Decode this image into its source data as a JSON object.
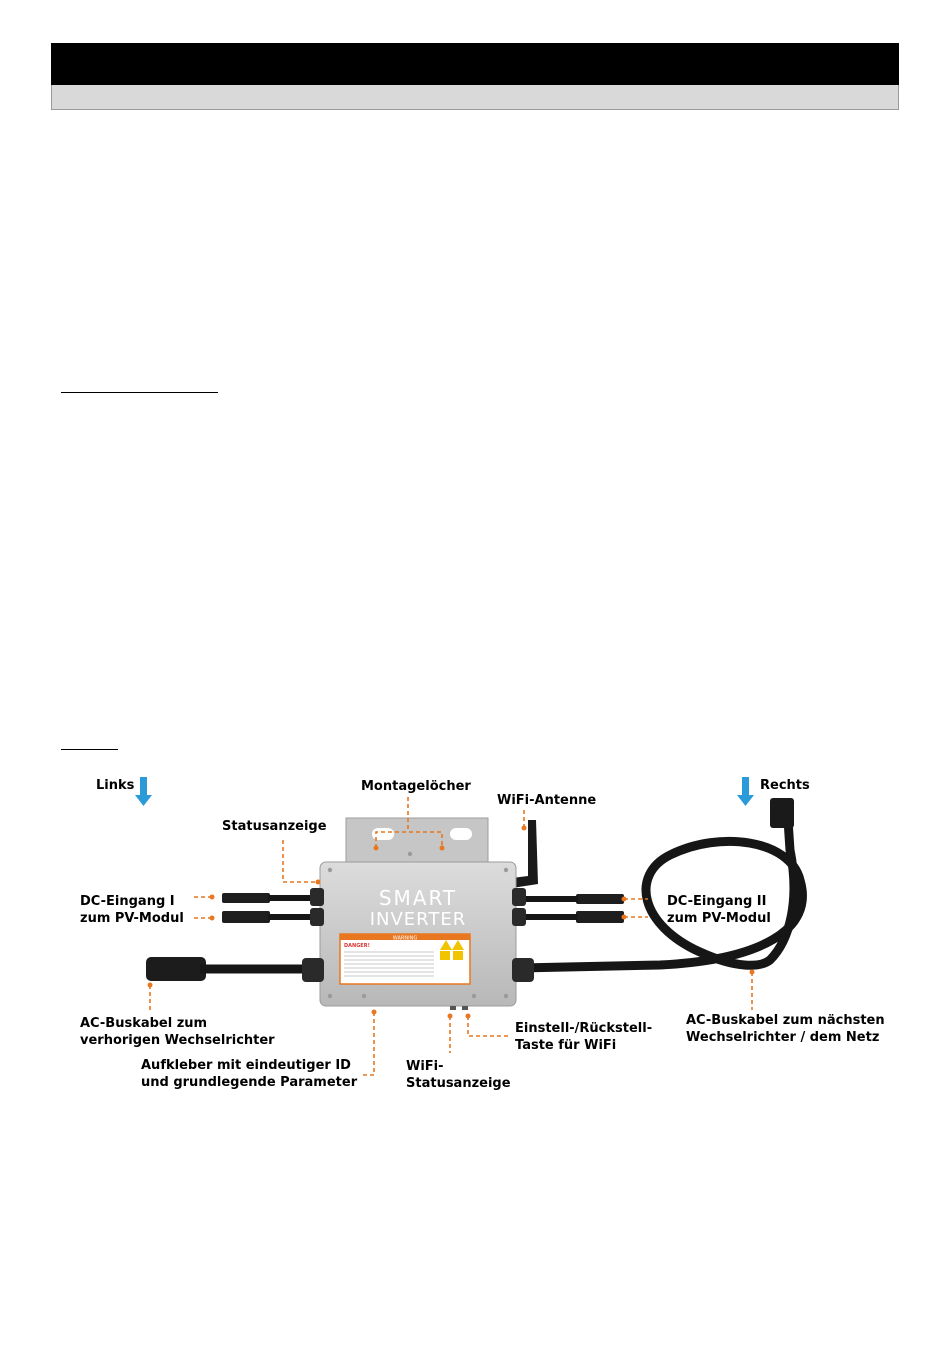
{
  "diagram": {
    "device_text": {
      "line1": "SMART",
      "line2": "INVERTER"
    },
    "sticker": {
      "head": "WARNING",
      "sub": "DANGER!"
    },
    "labels": {
      "links": "Links",
      "rechts": "Rechts",
      "montageloecher": "Montagelöcher",
      "wifi_antenne": "WiFi-Antenne",
      "statusanzeige": "Statusanzeige",
      "dc1_line1": "DC-Eingang I",
      "dc1_line2": "zum PV-Modul",
      "dc2_line1": "DC-Eingang II",
      "dc2_line2": "zum PV-Modul",
      "ac_left_line1": "AC-Buskabel zum",
      "ac_left_line2": "verhorigen Wechselrichter",
      "ac_right_line1": "AC-Buskabel zum nächsten",
      "ac_right_line2": "Wechselrichter / dem Netz",
      "sticker_line1": "Aufkleber mit eindeutiger ID",
      "sticker_line2": "und grundlegende Parameter",
      "wifi_status_line1": "WiFi-",
      "wifi_status_line2": "Statusanzeige",
      "reset_line1": "Einstell-/Rückstell-",
      "reset_line2": "Taste für WiFi"
    },
    "colors": {
      "callout": "#e8771f",
      "arrow": "#2b9ad8",
      "housing": "#c9c9c9",
      "cable": "#161616"
    }
  }
}
